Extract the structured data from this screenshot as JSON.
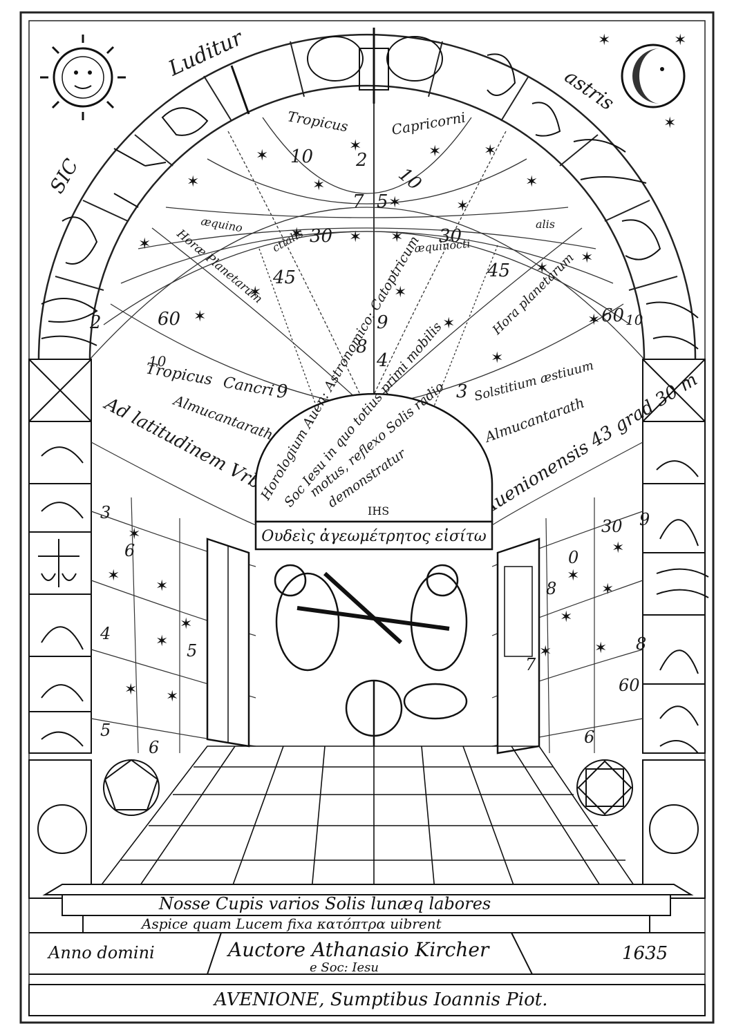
{
  "arch": {
    "motto_left": "SIC",
    "motto_top": "Luditur",
    "motto_right": "astris",
    "tropic_capricorn": "Tropicus",
    "tropic_capricorn_2": "Capricorni",
    "tropic_cancer": "Tropicus",
    "tropic_cancer_2": "Cancri",
    "aequinoctialis_left": "æquino",
    "aequinoctialis_left_2": "ctialis",
    "aequinoctialis_right": "æquinocti",
    "aequinoctialis_right_2": "alis",
    "hora_left": "Horæ Planetarum",
    "hora_right": "Hora planetarum",
    "almucantarath_left": "Almucantarath",
    "almucantarath_right": "Almucantarath",
    "solstitium": "Solstitium æstiuum",
    "latitude_left": "Ad latitudinem Vrbis",
    "latitude_right": "Auenionensis 43 grad 30 m",
    "numbers": [
      "10",
      "2",
      "10",
      "7",
      "5",
      "30",
      "30",
      "45",
      "45",
      "60",
      "60",
      "10",
      "10",
      "9",
      "9",
      "8",
      "3",
      "4",
      "2"
    ]
  },
  "lunette": {
    "line1": "Horologium Auen: Astronomico: Catoptricum",
    "line2": "Soc Iesu in quo totius primi mobilis",
    "line3": "motus, reflexo Solis radio",
    "line4": "demonstratur",
    "monogram": "IHS"
  },
  "greek_banner": "Ουδεὶς ἀγεωμέτρητος εἰσίτω",
  "side_numbers": {
    "left": [
      "3",
      "6",
      "4",
      "5",
      "5",
      "6"
    ],
    "right": [
      "9",
      "30",
      "8",
      "7",
      "8",
      "60",
      "6",
      "0"
    ]
  },
  "plinth": {
    "line1": "Nosse Cupis varios Solis lunæq labores",
    "line2": "Aspice quam Lucem fixa κατόπτρα uibrent"
  },
  "imprint": {
    "anno": "Anno domini",
    "author": "Auctore Athanasio Kircher",
    "society": "e Soc: Iesu",
    "year": "1635",
    "publisher": "AVENIONE, Sumptibus Ioannis Piot."
  }
}
